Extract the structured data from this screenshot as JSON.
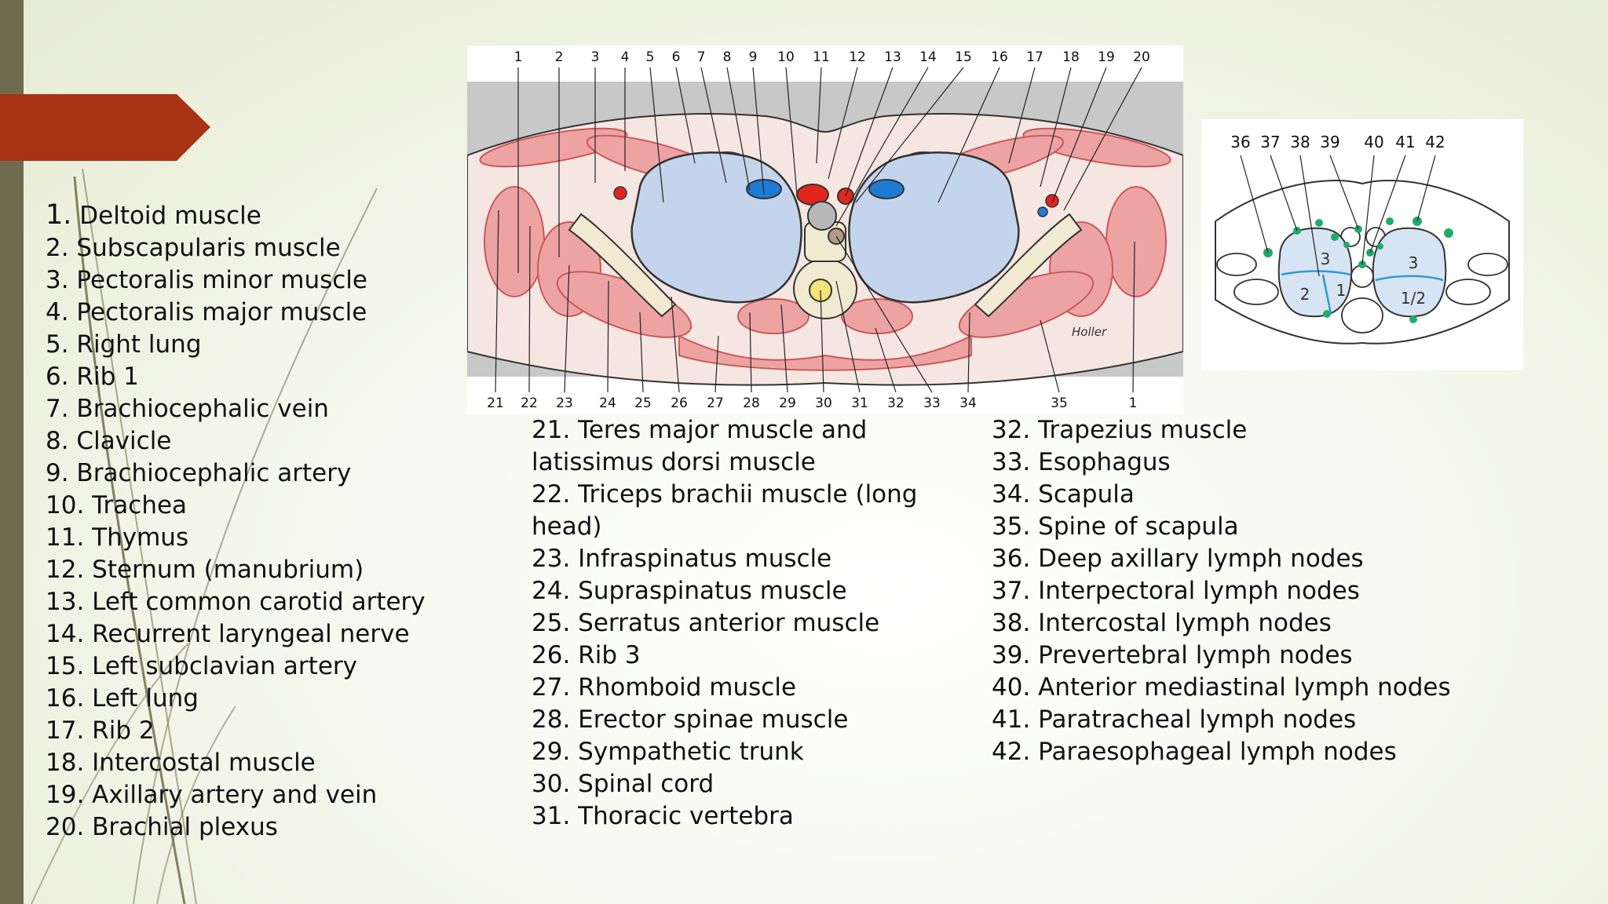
{
  "slide": {
    "accent_color": "#a83214",
    "sidebar_color": "#6f6b4f"
  },
  "legend_left": [
    {
      "num": "1.",
      "label": "Deltoid muscle"
    },
    {
      "num": "2.",
      "label": "Subscapularis muscle"
    },
    {
      "num": "3.",
      "label": "Pectoralis minor muscle"
    },
    {
      "num": "4.",
      "label": "Pectoralis major muscle"
    },
    {
      "num": "5.",
      "label": "Right lung"
    },
    {
      "num": "6.",
      "label": "Rib 1"
    },
    {
      "num": "7.",
      "label": "Brachiocephalic vein"
    },
    {
      "num": "8.",
      "label": "Clavicle"
    },
    {
      "num": "9.",
      "label": "Brachiocephalic artery"
    },
    {
      "num": "10.",
      "label": "Trachea"
    },
    {
      "num": "11.",
      "label": "Thymus"
    },
    {
      "num": "12.",
      "label": "Sternum (manubrium)"
    },
    {
      "num": "13.",
      "label": "Left common carotid artery"
    },
    {
      "num": "14.",
      "label": "Recurrent laryngeal nerve"
    },
    {
      "num": "15.",
      "label": "Left subclavian artery"
    },
    {
      "num": "16.",
      "label": "Left lung"
    },
    {
      "num": "17.",
      "label": "Rib 2"
    },
    {
      "num": "18.",
      "label": "Intercostal muscle"
    },
    {
      "num": "19.",
      "label": "Axillary artery and vein"
    },
    {
      "num": "20.",
      "label": "Brachial plexus"
    }
  ],
  "legend_middle": [
    {
      "num": "21.",
      "label": "Teres major muscle and latissimus dorsi muscle"
    },
    {
      "num": "22.",
      "label": "Triceps brachii muscle (long head)"
    },
    {
      "num": "23.",
      "label": "Infraspinatus muscle"
    },
    {
      "num": "24.",
      "label": "Supraspinatus muscle"
    },
    {
      "num": "25.",
      "label": "Serratus anterior muscle"
    },
    {
      "num": "26.",
      "label": "Rib 3"
    },
    {
      "num": "27.",
      "label": "Rhomboid muscle"
    },
    {
      "num": "28.",
      "label": "Erector spinae muscle"
    },
    {
      "num": "29.",
      "label": "Sympathetic trunk"
    },
    {
      "num": "30.",
      "label": "Spinal cord"
    },
    {
      "num": "31.",
      "label": "Thoracic vertebra"
    }
  ],
  "legend_right": [
    {
      "num": "32.",
      "label": "Trapezius muscle"
    },
    {
      "num": "33.",
      "label": "Esophagus"
    },
    {
      "num": "34.",
      "label": "Scapula"
    },
    {
      "num": "35.",
      "label": "Spine of scapula"
    },
    {
      "num": "36.",
      "label": "Deep axillary lymph nodes"
    },
    {
      "num": "37.",
      "label": "Interpectoral lymph nodes"
    },
    {
      "num": "38.",
      "label": "Intercostal lymph nodes"
    },
    {
      "num": "39.",
      "label": "Prevertebral lymph nodes"
    },
    {
      "num": "40.",
      "label": "Anterior mediastinal lymph nodes"
    },
    {
      "num": "41.",
      "label": "Paratracheal lymph nodes"
    },
    {
      "num": "42.",
      "label": "Paraesophageal lymph nodes"
    }
  ],
  "main_diagram": {
    "top_labels": [
      "1",
      "2",
      "3",
      "4",
      "5",
      "6",
      "7",
      "8",
      "9",
      "10",
      "11",
      "12",
      "13",
      "14",
      "15",
      "16",
      "17",
      "18",
      "19",
      "20"
    ],
    "bottom_labels": [
      "21",
      "22",
      "23",
      "24",
      "25",
      "26",
      "27",
      "28",
      "29",
      "30",
      "31",
      "32",
      "33",
      "34",
      "35",
      "1"
    ],
    "signature": "Holler",
    "colors": {
      "muscle": "#eea3a3",
      "muscle_edge": "#c85a5a",
      "lung": "#c4d4ec",
      "bone": "#f2ead0",
      "vein": "#1e7bd4",
      "artery": "#e2261c",
      "band": "#c8c8c8"
    }
  },
  "inset_diagram": {
    "labels": [
      "36",
      "37",
      "38",
      "39",
      "40",
      "41",
      "42"
    ],
    "zone_labels": [
      "3",
      "2",
      "1",
      "3",
      "1/2"
    ],
    "colors": {
      "node": "#22aa6a",
      "zone_line": "#3399cc",
      "lung": "#d7e4f4"
    }
  }
}
